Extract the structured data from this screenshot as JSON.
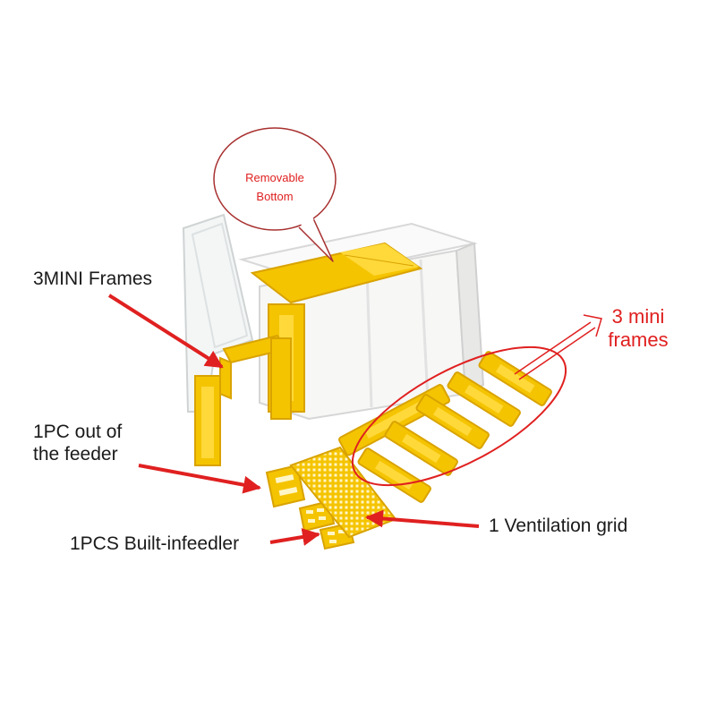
{
  "colors": {
    "annotation_red": "#e02020",
    "bubble_outline": "#a83030",
    "frame_yellow": "#f5c400",
    "frame_yellow_dark": "#d9a300",
    "foam_white": "#f7f7f5",
    "foam_shadow": "#dcdcdc",
    "label_text": "#1a1a1a"
  },
  "bubble": {
    "line1": "Removable",
    "line2": "Bottom"
  },
  "labels": {
    "mini_frames": "3MINI Frames",
    "out_feeder_line1": "1PC out of",
    "out_feeder_line2": "the feeder",
    "built_in_feeder": "1PCS Built-infeedler",
    "ventilation_grid": "1 Ventilation grid",
    "three_mini_line1": "3 mini",
    "three_mini_line2": "frames"
  }
}
